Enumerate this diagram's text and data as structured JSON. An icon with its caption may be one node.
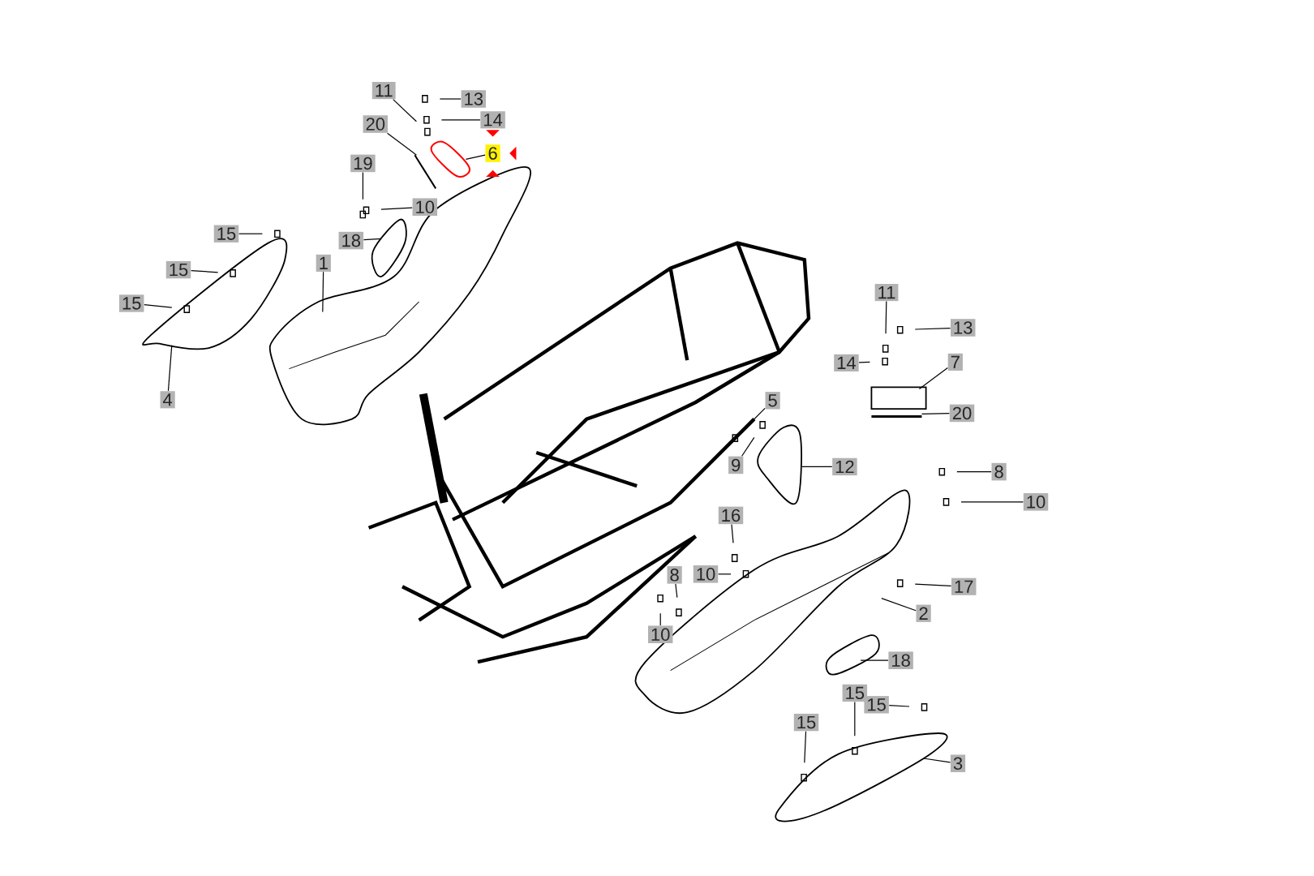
{
  "diagram": {
    "nodes": [
      {
        "text": [
          "11"
        ]
      },
      {
        "text": [
          "13"
        ]
      },
      {
        "text": [
          "14"
        ]
      },
      {
        "text": [
          "20"
        ]
      },
      {
        "text": [
          "6"
        ]
      },
      {
        "text": [
          "19"
        ]
      },
      {
        "text": [
          "10"
        ]
      },
      {
        "text": [
          "15"
        ]
      },
      {
        "text": [
          "18"
        ]
      },
      {
        "text": [
          "1"
        ]
      },
      {
        "text": [
          "15"
        ]
      },
      {
        "text": [
          "15"
        ]
      },
      {
        "text": [
          "4"
        ]
      },
      {
        "text": [
          "11"
        ]
      },
      {
        "text": [
          "13"
        ]
      },
      {
        "text": [
          "14"
        ]
      },
      {
        "text": [
          "7"
        ]
      },
      {
        "text": [
          "20"
        ]
      },
      {
        "text": [
          "5"
        ]
      },
      {
        "text": [
          "9"
        ]
      },
      {
        "text": [
          "12"
        ]
      },
      {
        "text": [
          "8"
        ]
      },
      {
        "text": [
          "10"
        ]
      },
      {
        "text": [
          "16"
        ]
      },
      {
        "text": [
          "8"
        ]
      },
      {
        "text": [
          "10"
        ]
      },
      {
        "text": [
          "17"
        ]
      },
      {
        "text": [
          "2"
        ]
      },
      {
        "text": [
          "10"
        ]
      },
      {
        "text": [
          "18"
        ]
      },
      {
        "text": [
          "15"
        ]
      },
      {
        "text": [
          "15"
        ]
      },
      {
        "text": [
          "15"
        ]
      },
      {
        "text": [
          "3"
        ]
      }
    ],
    "edges": [
      {
        "from": 0,
        "to": null,
        "arrow": "none"
      },
      {
        "from": 1,
        "to": null,
        "arrow": "none"
      },
      {
        "from": 2,
        "to": null,
        "arrow": "none"
      },
      {
        "from": 3,
        "to": null,
        "arrow": "none"
      },
      {
        "from": 4,
        "to": null,
        "arrow": "none"
      },
      {
        "from": 5,
        "to": null,
        "arrow": "none"
      },
      {
        "from": 6,
        "to": null,
        "arrow": "none"
      },
      {
        "from": 7,
        "to": null,
        "arrow": "none"
      },
      {
        "from": 8,
        "to": null,
        "arrow": "none"
      },
      {
        "from": 9,
        "to": null,
        "arrow": "none"
      },
      {
        "from": 10,
        "to": null,
        "arrow": "none"
      },
      {
        "from": 11,
        "to": null,
        "arrow": "none"
      },
      {
        "from": 12,
        "to": null,
        "arrow": "none"
      },
      {
        "from": 13,
        "to": null,
        "arrow": "none"
      },
      {
        "from": 14,
        "to": null,
        "arrow": "none"
      },
      {
        "from": 15,
        "to": null,
        "arrow": "none"
      },
      {
        "from": 16,
        "to": null,
        "arrow": "none"
      },
      {
        "from": 17,
        "to": null,
        "arrow": "none"
      },
      {
        "from": 18,
        "to": null,
        "arrow": "none"
      },
      {
        "from": 19,
        "to": null,
        "arrow": "none"
      },
      {
        "from": 20,
        "to": null,
        "arrow": "none"
      },
      {
        "from": 21,
        "to": null,
        "arrow": "none"
      },
      {
        "from": 22,
        "to": null,
        "arrow": "none"
      },
      {
        "from": 23,
        "to": null,
        "arrow": "none"
      },
      {
        "from": 24,
        "to": null,
        "arrow": "none"
      },
      {
        "from": 25,
        "to": null,
        "arrow": "none"
      },
      {
        "from": 26,
        "to": null,
        "arrow": "none"
      },
      {
        "from": 27,
        "to": null,
        "arrow": "none"
      },
      {
        "from": 28,
        "to": null,
        "arrow": "none"
      },
      {
        "from": 29,
        "to": null,
        "arrow": "none"
      },
      {
        "from": 30,
        "to": null,
        "arrow": "none"
      },
      {
        "from": 31,
        "to": null,
        "arrow": "none"
      },
      {
        "from": 32,
        "to": null,
        "arrow": "none"
      },
      {
        "from": 33,
        "to": null,
        "arrow": "none"
      }
    ]
  }
}
